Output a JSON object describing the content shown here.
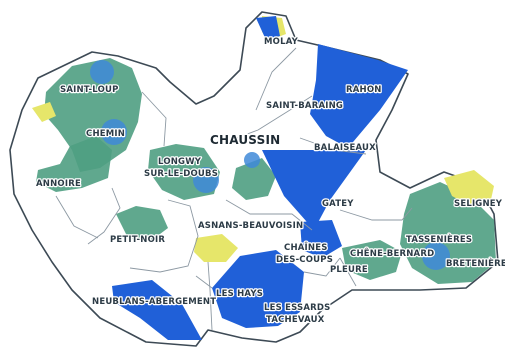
{
  "map": {
    "town_labels": {
      "moissey": "MOLAY",
      "saint_loup": "SAINT-LOUP",
      "chemin": "CHEMIN",
      "annoire": "ANNOIRE",
      "longwy": "LONGWY",
      "longwy_2": "SUR-LE-DOUBS",
      "chaussin": "CHAUSSIN",
      "saint_baraing": "SAINT-BARAING",
      "rahon": "RAHON",
      "balaiseaux": "BALAISEAUX",
      "petit_noir": "PETIT-NOIR",
      "asnans": "ASNANS-BEAUVOISIN",
      "gatey": "GATEY",
      "chaînes": "CHAÎNES",
      "chaînes_2": "DES-COUPS",
      "chene_bernard": "CHÊNE-BERNARD",
      "pleure": "PLEURE",
      "seligney": "SELIGNEY",
      "tassenieres": "TASSENIÈRES",
      "bretenieres": "BRETENIÈRES",
      "neublans": "NEUBLANS-ABERGEMENT",
      "les_hays": "LES HAYS",
      "les_essards": "LES ESSARDS",
      "les_essards_2": "TACHEVAUX"
    },
    "colors": {
      "blue_zone": "#2060d8",
      "green_zone": "#4f9e82",
      "yellow_zone": "#e6e66a",
      "blue_spot": "#3f8ad8",
      "boundary": "#3d4a55",
      "background": "#ffffff"
    }
  }
}
